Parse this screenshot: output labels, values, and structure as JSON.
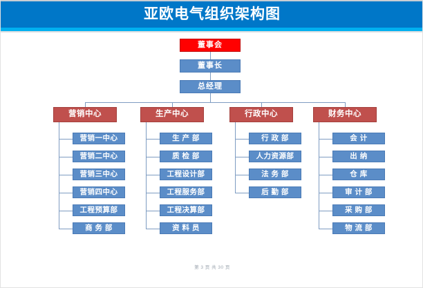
{
  "document": {
    "title": "亚欧电气组织架构图",
    "footer": "第 3 页 共 30 页"
  },
  "colors": {
    "banner": "#0077C8",
    "banner_underline": "#00B0F0",
    "root_node": "#FF0000",
    "exec_node": "#5B8DC8",
    "center_node": "#C0504D",
    "leaf_node": "#5B8DC8",
    "connector": "#7D9BC1",
    "page_border": "#E2E2E2"
  },
  "chart_data": {
    "type": "diagram",
    "title": "亚欧电气组织架构图",
    "root": {
      "label": "董事会",
      "color": "#FF0000"
    },
    "chain": [
      {
        "label": "董事长",
        "color": "#5B8DC8"
      },
      {
        "label": "总经理",
        "color": "#5B8DC8"
      }
    ],
    "branches": [
      {
        "label": "营销中心",
        "color": "#C0504D",
        "children": [
          "营销一中心",
          "营销二中心",
          "营销三中心",
          "营销四中心",
          "工程预算部",
          "商 务 部"
        ]
      },
      {
        "label": "生产中心",
        "color": "#C0504D",
        "children": [
          "生 产 部",
          "质 检 部",
          "工程设计部",
          "工程服务部",
          "工程决算部",
          "资 料 员"
        ]
      },
      {
        "label": "行政中心",
        "color": "#C0504D",
        "children": [
          "行 政 部",
          "人力资源部",
          "法 务 部",
          "后 勤 部"
        ]
      },
      {
        "label": "财务中心",
        "color": "#C0504D",
        "children": [
          "会   计",
          "出   纳",
          "仓   库",
          "审 计 部",
          "采 购 部",
          "物 流 部"
        ]
      }
    ]
  }
}
